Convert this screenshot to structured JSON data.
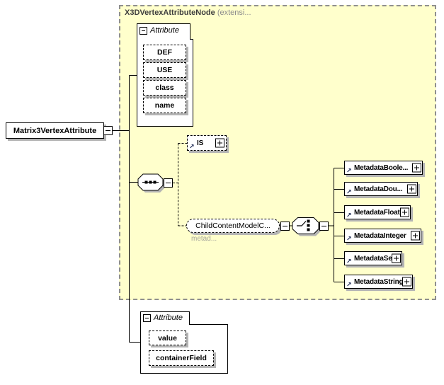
{
  "container": {
    "title": "X3DVertexAttributeNode",
    "title_suffix": "(extensi...",
    "fill": "#ffffcc",
    "border_color": "#8f8f8f"
  },
  "root_element": {
    "label": "Matrix3VertexAttribute"
  },
  "attribute_group_top": {
    "label": "Attribute",
    "items": [
      "DEF",
      "USE",
      "class",
      "name"
    ]
  },
  "sequence_compositor": {
    "type": "sequence"
  },
  "choice_compositor": {
    "type": "choice"
  },
  "is_element": {
    "label": "IS"
  },
  "child_content_model": {
    "label": "ChildContentModelC...",
    "note": "metad..."
  },
  "metadata_elements": [
    "MetadataBoole...",
    "MetadataDou...",
    "MetadataFloat",
    "MetadataInteger",
    "MetadataSet",
    "MetadataString"
  ],
  "attribute_group_bottom": {
    "label": "Attribute",
    "items": [
      "value",
      "containerField"
    ]
  },
  "icons": {
    "expand_expanded": "minus",
    "expand_collapsed": "plus",
    "reference": "arrow-up-right"
  },
  "colors": {
    "box_fill": "#ffffff",
    "line": "#000000",
    "shadow": "#b4b4b4",
    "frame_fill": "#ffffcc",
    "note_text": "#a3a39b",
    "title_suffix_text": "#8c8c8c"
  }
}
